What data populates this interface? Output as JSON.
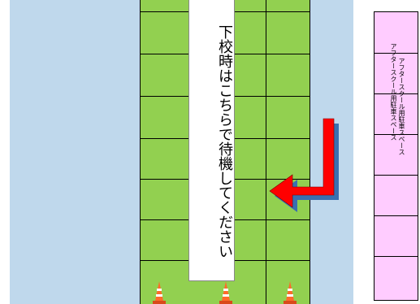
{
  "sign": {
    "text": "下校時はこちらで待機してください"
  },
  "side_panel": {
    "top_text": "アフタースクール用駐車スペース",
    "overlay_text": "アフタースクール用駐車スペース"
  },
  "colors": {
    "lane_green": "#92d050",
    "water_blue": "#bfd8ec",
    "panel_pink": "#ffccff",
    "arrow_red": "#ff0000",
    "arrow_outline": "#3a6fb0",
    "cone_orange": "#ff6a2a"
  },
  "icons": {
    "arrow": "red-l-arrow-icon",
    "cone": "traffic-cone-icon"
  }
}
